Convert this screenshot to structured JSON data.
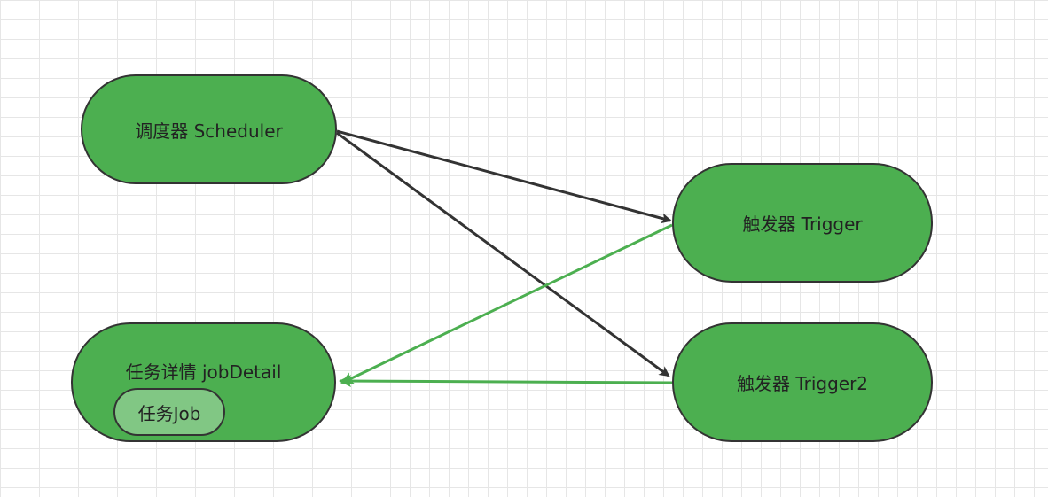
{
  "diagram": {
    "nodes": {
      "scheduler": {
        "label": "调度器 Scheduler"
      },
      "trigger": {
        "label": "触发器 Trigger"
      },
      "trigger2": {
        "label": "触发器 Trigger2"
      },
      "job_detail": {
        "label": "任务详情 jobDetail"
      },
      "job": {
        "label": "任务Job"
      }
    },
    "edges": [
      {
        "from": "scheduler",
        "to": "trigger",
        "color": "#333333"
      },
      {
        "from": "scheduler",
        "to": "trigger2",
        "color": "#333333"
      },
      {
        "from": "trigger",
        "to": "job_detail",
        "color": "#4caf50"
      },
      {
        "from": "trigger2",
        "to": "job_detail",
        "color": "#4caf50"
      }
    ],
    "colors": {
      "node_fill": "#4caf50",
      "inner_node_fill": "#81c784",
      "node_border": "#333333",
      "edge_dark": "#333333",
      "edge_green": "#4caf50",
      "grid": "#e6e6e6"
    }
  }
}
